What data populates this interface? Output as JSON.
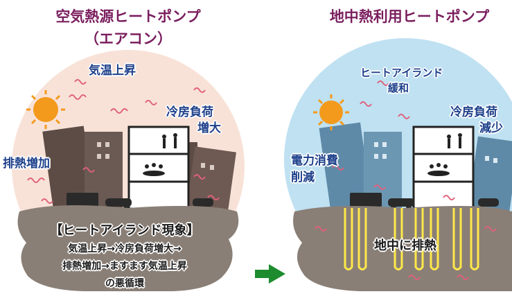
{
  "left": {
    "title_line1": "空気熱源ヒートポンプ",
    "title_line2": "（エアコン）",
    "label_temp_rise": "気温上昇",
    "label_cooling_load_line1": "冷房負荷",
    "label_cooling_load_line2": "増大",
    "label_exhaust_heat": "排熱増加",
    "phenomenon_title": "【ヒートアイランド現象】",
    "cycle_line1": "気温上昇→冷房負荷増大→",
    "cycle_line2": "排熱増加→ますます気温上昇",
    "cycle_line3": "の悪循環"
  },
  "right": {
    "title": "地中熱利用ヒートポンプ",
    "label_heat_island_line1": "ヒートアイランド",
    "label_heat_island_line2": "緩和",
    "label_cooling_load_line1": "冷房負荷",
    "label_cooling_load_line2": "減少",
    "label_power_line1": "電力消費",
    "label_power_line2": "削減",
    "ground_label": "地中に排熱"
  },
  "colors": {
    "title": "#7a1e5e",
    "label": "#1d3f8a",
    "arrow": "#1e8c2e",
    "sun": "#f39a1c",
    "heat_wave": "#e0607a",
    "ground": "#8a7f76",
    "pipe": "#ffe84a"
  },
  "icons": {
    "transition": "green-right-arrow-icon",
    "sun": "sun-icon",
    "heat": "heat-wave-icon"
  }
}
